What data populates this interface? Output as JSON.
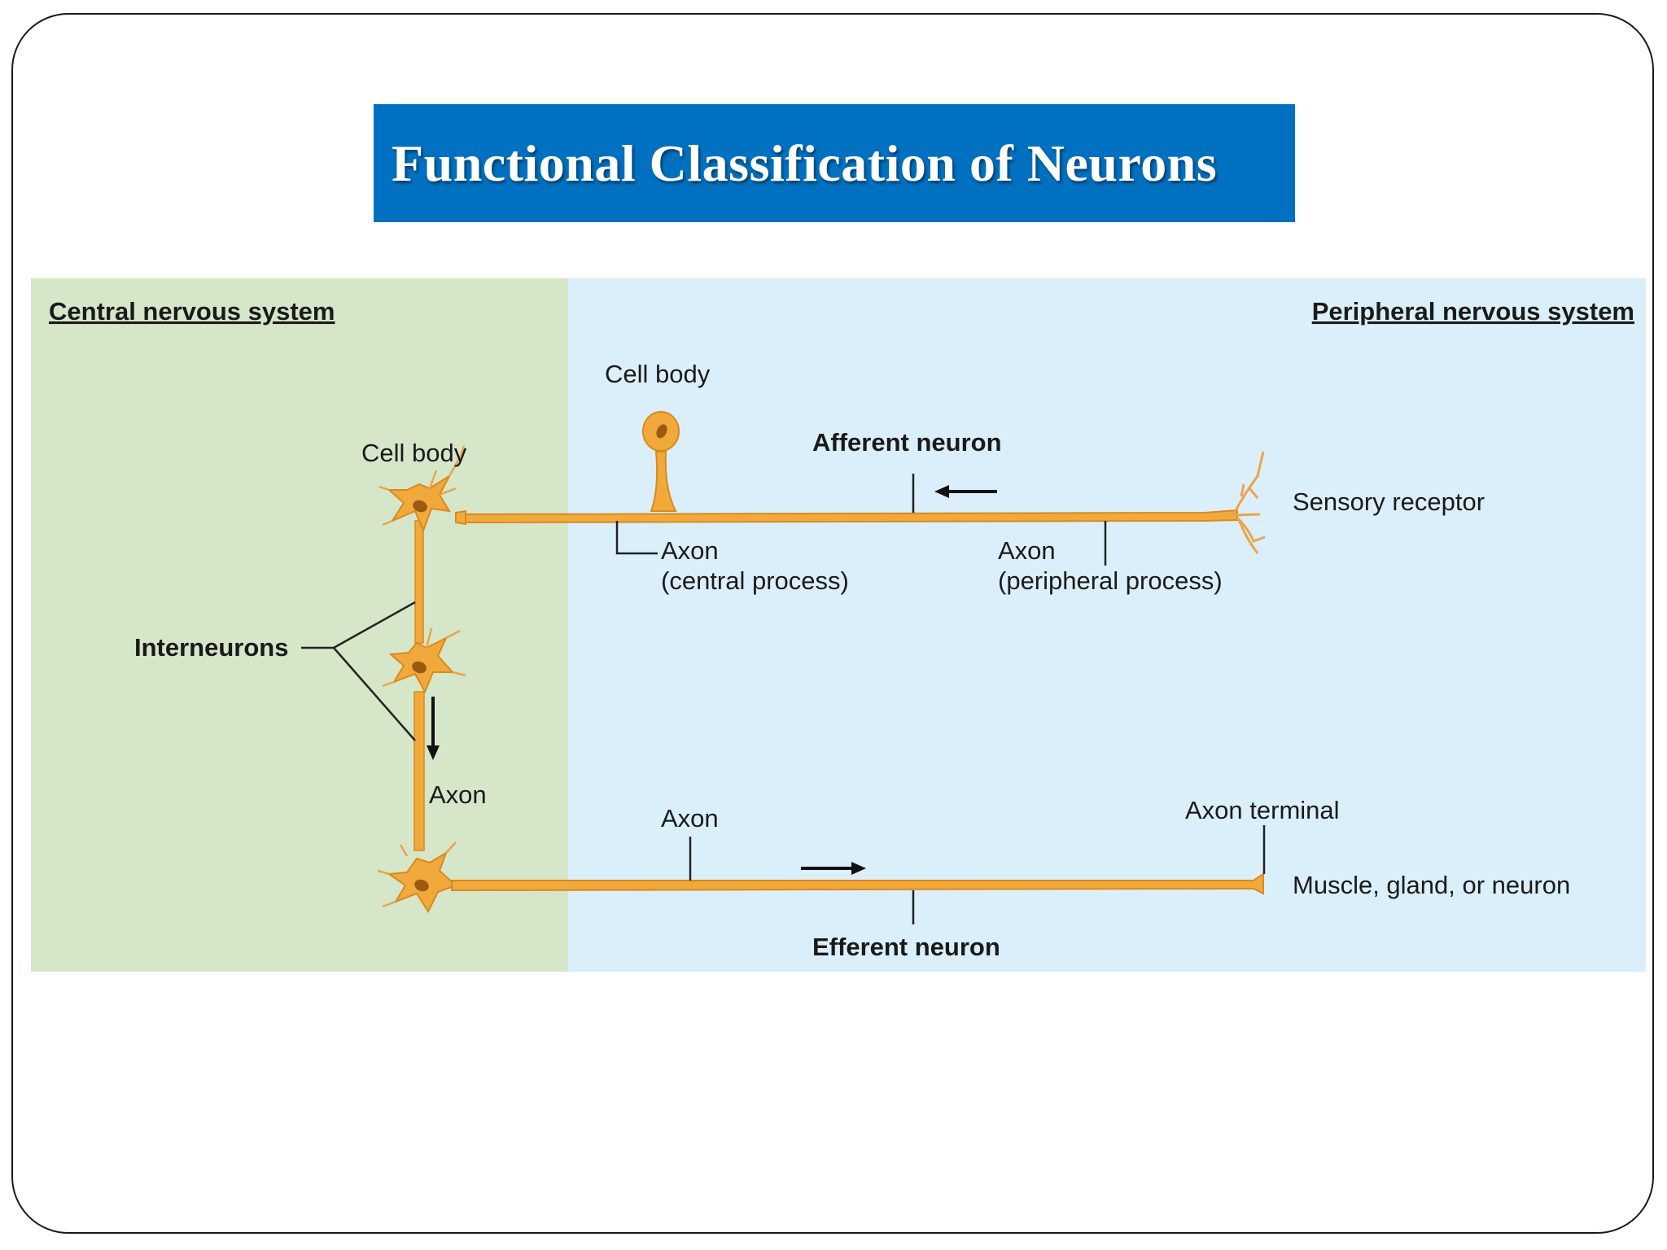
{
  "slide": {
    "title": "Functional Classification of Neurons"
  },
  "diagram": {
    "regions": {
      "cns": {
        "label": "Central nervous system",
        "color": "#d6e6c9"
      },
      "pns": {
        "label": "Peripheral nervous system",
        "color": "#dbeffb"
      }
    },
    "labels": {
      "cns_cell_body": "Cell body",
      "afferent_cell_body": "Cell body",
      "afferent_neuron": "Afferent neuron",
      "sensory_receptor": "Sensory receptor",
      "axon_central_line1": "Axon",
      "axon_central_line2": "(central process)",
      "axon_peripheral_line1": "Axon",
      "axon_peripheral_line2": "(peripheral process)",
      "interneurons": "Interneurons",
      "interneuron_axon": "Axon",
      "efferent_axon": "Axon",
      "axon_terminal": "Axon terminal",
      "muscle_gland_neuron": "Muscle, gland, or neuron",
      "efferent_neuron": "Efferent neuron"
    },
    "colors": {
      "neuron": "#f2a93b",
      "neuron_stroke": "#d98a1c",
      "nucleus": "#9a5a12",
      "leader_line": "#222222"
    }
  }
}
